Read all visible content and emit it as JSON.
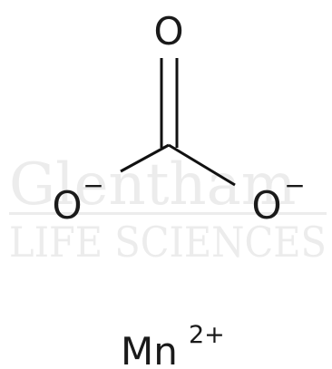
{
  "watermark": {
    "line1": "Glentham",
    "line2": "LIFE SCIENCES",
    "color": "#ececec"
  },
  "molecule": {
    "bond_color": "#111111",
    "atoms": {
      "top_oxygen": "O",
      "left_oxygen": "O",
      "left_charge": "−",
      "right_oxygen": "O",
      "right_charge": "−"
    }
  },
  "cation": {
    "symbol": "Mn",
    "charge": "2+"
  }
}
